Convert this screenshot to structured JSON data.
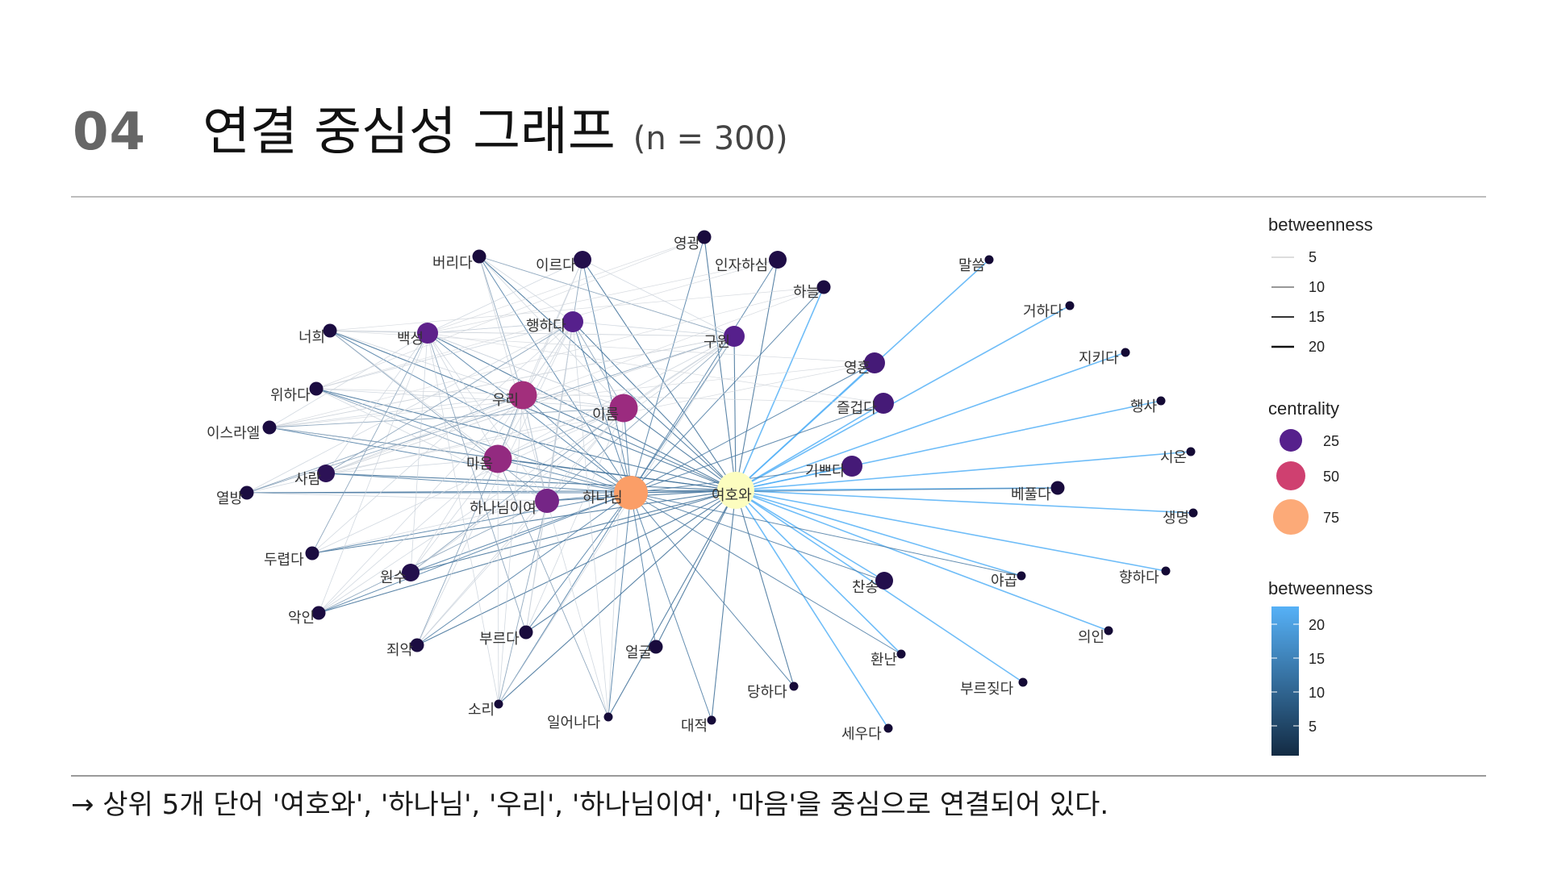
{
  "header": {
    "number": "04",
    "title": "연결 중심성 그래프",
    "subtitle": "(n = 300)"
  },
  "caption": "→ 상위 5개 단어 '여호와', '하나님', '우리', '하나님이여', '마음'을 중심으로 연결되어 있다.",
  "legend": {
    "edge_width_title": "betweenness",
    "edge_width_items": [
      "5",
      "10",
      "15",
      "20"
    ],
    "centrality_title": "centrality",
    "centrality_items": [
      "25",
      "50",
      "75"
    ],
    "edge_color_title": "betweenness",
    "edge_color_ticks": [
      "20",
      "15",
      "10",
      "5"
    ]
  },
  "colors": {
    "hub_light": "#fcfdbf",
    "hub_orange": "#fb9e67",
    "mid_magenta": "#9b2b7f",
    "low_purple": "#56208c",
    "dark": "#170a33",
    "edge_light": "#56b1f7",
    "edge_dark": "#132b43"
  },
  "nodes": [
    {
      "label": "여호와",
      "centrality": 90
    },
    {
      "label": "하나님",
      "centrality": 75
    },
    {
      "label": "우리",
      "centrality": 40
    },
    {
      "label": "이름",
      "centrality": 38
    },
    {
      "label": "마음",
      "centrality": 36
    },
    {
      "label": "하나님이여",
      "centrality": 28
    },
    {
      "label": "백성",
      "centrality": 22
    },
    {
      "label": "행하다",
      "centrality": 20
    },
    {
      "label": "구원",
      "centrality": 20
    },
    {
      "label": "영혼",
      "centrality": 16
    },
    {
      "label": "즐겁다",
      "centrality": 16
    },
    {
      "label": "기쁘다",
      "centrality": 16
    },
    {
      "label": "사람",
      "centrality": 10
    },
    {
      "label": "원수",
      "centrality": 8
    },
    {
      "label": "찬송",
      "centrality": 8
    },
    {
      "label": "이르다",
      "centrality": 8
    },
    {
      "label": "인자하심",
      "centrality": 7
    },
    {
      "label": "하늘",
      "centrality": 6
    },
    {
      "label": "너희",
      "centrality": 6
    },
    {
      "label": "위하다",
      "centrality": 6
    },
    {
      "label": "이스라엘",
      "centrality": 6
    },
    {
      "label": "열방",
      "centrality": 6
    },
    {
      "label": "두렵다",
      "centrality": 6
    },
    {
      "label": "악인",
      "centrality": 6
    },
    {
      "label": "죄악",
      "centrality": 6
    },
    {
      "label": "부르다",
      "centrality": 5
    },
    {
      "label": "얼굴",
      "centrality": 5
    },
    {
      "label": "버리다",
      "centrality": 5
    },
    {
      "label": "영광",
      "centrality": 5
    },
    {
      "label": "베풀다",
      "centrality": 5
    },
    {
      "label": "야곱",
      "centrality": 4
    },
    {
      "label": "환난",
      "centrality": 4
    },
    {
      "label": "당하다",
      "centrality": 4
    },
    {
      "label": "대적",
      "centrality": 4
    },
    {
      "label": "일어나다",
      "centrality": 4
    },
    {
      "label": "소리",
      "centrality": 4
    },
    {
      "label": "말씀",
      "centrality": 3
    },
    {
      "label": "거하다",
      "centrality": 3
    },
    {
      "label": "지키다",
      "centrality": 3
    },
    {
      "label": "행사",
      "centrality": 3
    },
    {
      "label": "시온",
      "centrality": 3
    },
    {
      "label": "생명",
      "centrality": 3
    },
    {
      "label": "향하다",
      "centrality": 3
    },
    {
      "label": "의인",
      "centrality": 3
    },
    {
      "label": "부르짖다",
      "centrality": 3
    },
    {
      "label": "세우다",
      "centrality": 3
    }
  ]
}
